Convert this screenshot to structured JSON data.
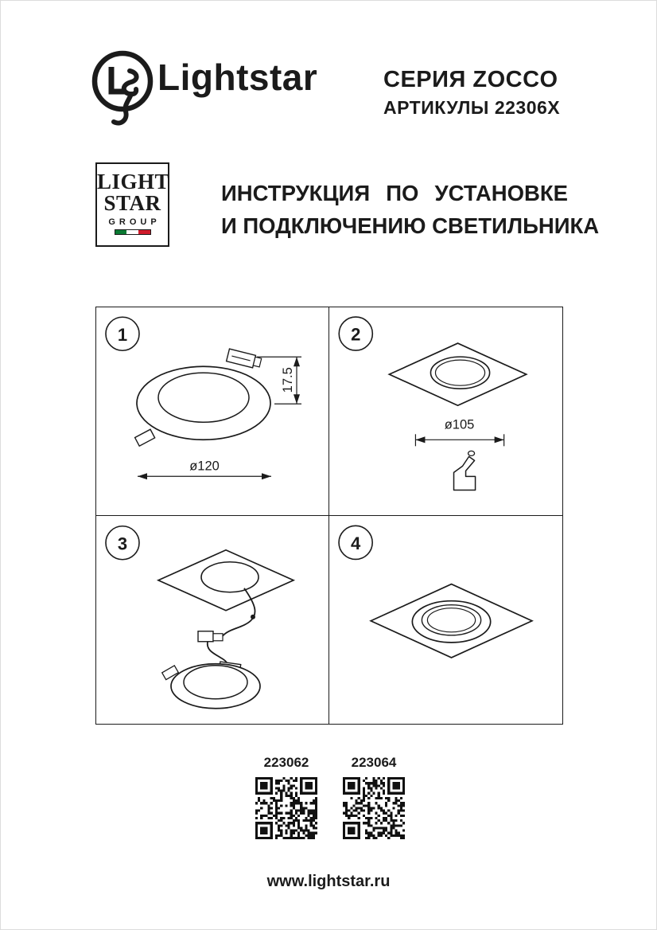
{
  "header": {
    "brand": "Lightstar",
    "series": "СЕРИЯ ZOCCO",
    "articles": "АРТИКУЛЫ 22306X"
  },
  "logo_box": {
    "line1": "LIGHT",
    "line2": "STAR",
    "line3": "GROUP"
  },
  "title": {
    "line1": "ИНСТРУКЦИЯ ПО УСТАНОВКЕ",
    "line2": "И ПОДКЛЮЧЕНИЮ СВЕТИЛЬНИКА"
  },
  "diagram": {
    "panels": [
      {
        "number": "1",
        "dim_height": "17.5",
        "dim_diameter": "ø120"
      },
      {
        "number": "2",
        "dim_diameter": "ø105"
      },
      {
        "number": "3"
      },
      {
        "number": "4"
      }
    ]
  },
  "qr": {
    "items": [
      {
        "label": "223062"
      },
      {
        "label": "223064"
      }
    ]
  },
  "footer": {
    "website": "www.lightstar.ru"
  },
  "colors": {
    "ink": "#1b1b1b",
    "flag_green": "#0a7a33",
    "flag_red": "#cf1b2b"
  }
}
